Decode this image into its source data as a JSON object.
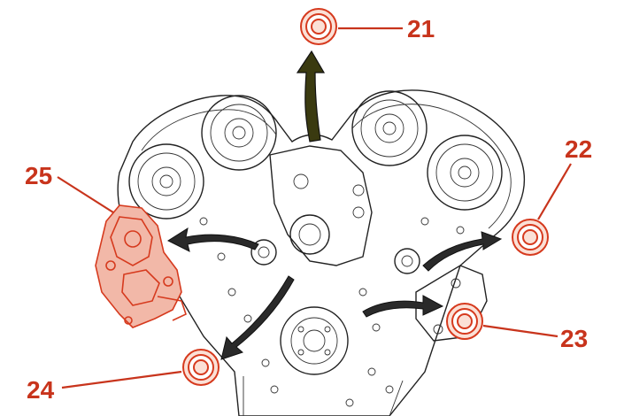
{
  "figure": {
    "callouts": [
      {
        "id": "21",
        "label": "21"
      },
      {
        "id": "22",
        "label": "22"
      },
      {
        "id": "23",
        "label": "23"
      },
      {
        "id": "24",
        "label": "24"
      },
      {
        "id": "25",
        "label": "25"
      }
    ],
    "colors": {
      "callout": "#c8341c",
      "highlight_part": "#d63a1e",
      "arrow_up": "#3a3a10",
      "arrow_side": "#222222",
      "line_art": "#222222"
    },
    "icons": [
      "nut-icon",
      "removal-arrow-icon",
      "engine-front-drawing",
      "timing-chain-tensioner-part"
    ]
  }
}
